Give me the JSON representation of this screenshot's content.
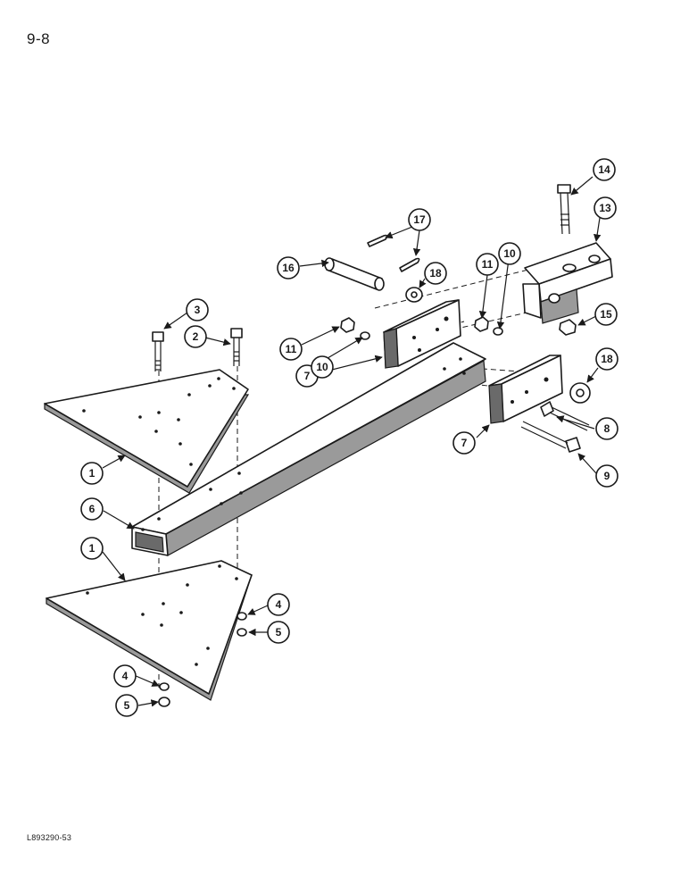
{
  "page": {
    "number": "9-8",
    "figure_code": "L893290-53"
  },
  "callouts": [
    {
      "id": "callout-1-upper",
      "label": "1"
    },
    {
      "id": "callout-1-lower",
      "label": "1"
    },
    {
      "id": "callout-2",
      "label": "2"
    },
    {
      "id": "callout-3",
      "label": "3"
    },
    {
      "id": "callout-4-right",
      "label": "4"
    },
    {
      "id": "callout-4-left",
      "label": "4"
    },
    {
      "id": "callout-5-right",
      "label": "5"
    },
    {
      "id": "callout-5-left",
      "label": "5"
    },
    {
      "id": "callout-6",
      "label": "6"
    },
    {
      "id": "callout-7-left",
      "label": "7"
    },
    {
      "id": "callout-7-right",
      "label": "7"
    },
    {
      "id": "callout-8",
      "label": "8"
    },
    {
      "id": "callout-9",
      "label": "9"
    },
    {
      "id": "callout-10-left",
      "label": "10"
    },
    {
      "id": "callout-10-right",
      "label": "10"
    },
    {
      "id": "callout-11-left",
      "label": "11"
    },
    {
      "id": "callout-11-right",
      "label": "11"
    },
    {
      "id": "callout-13",
      "label": "13"
    },
    {
      "id": "callout-14",
      "label": "14"
    },
    {
      "id": "callout-15",
      "label": "15"
    },
    {
      "id": "callout-16",
      "label": "16"
    },
    {
      "id": "callout-17",
      "label": "17"
    },
    {
      "id": "callout-18-left",
      "label": "18"
    },
    {
      "id": "callout-18-right",
      "label": "18"
    }
  ]
}
